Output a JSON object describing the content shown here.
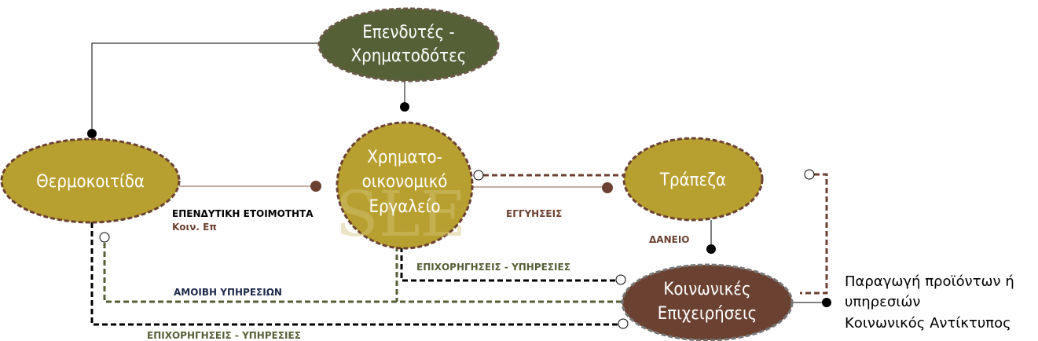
{
  "colors": {
    "olive_gold": "#b8a030",
    "dark_olive": "#566037",
    "brown": "#6b4232",
    "navy": "#1f2a4a",
    "green_text": "#566037"
  },
  "nodes": {
    "investors": {
      "line1": "Επενδυτές -",
      "line2": "Χρηματοδότες"
    },
    "incubator": {
      "label": "Θερμοκοιτίδα"
    },
    "financial_tool": {
      "line1": "Χρηματο-",
      "line2": "οικονομικό",
      "line3": "Εργαλείο",
      "watermark": "SLE"
    },
    "bank": {
      "label": "Τράπεζα"
    },
    "social_enterprises": {
      "line1": "Κοινωνικές",
      "line2": "Επιχειρήσεις"
    }
  },
  "edges": {
    "investment_readiness": "ΕΠΕΝΔΥΤΙΚΗ ΕΤΟΙΜΟΤΗΤΑ",
    "investment_readiness_sub": "Κοιν. Επ",
    "guarantees": "ΕΓΓΥΗΣΕΙΣ",
    "loan": "ΔΑΝΕΙΟ",
    "grants_services_top": "ΕΠΙΧΟΡΗΓΗΣΕΙΣ - ΥΠΗΡΕΣΙΕΣ",
    "service_fee": "ΑΜΟΙΒΗ ΥΠΗΡΕΣΙΩΝ",
    "grants_services_bottom": "ΕΠΙΧΟΡΗΓΗΣΕΙΣ - ΥΠΗΡΕΣΙΕΣ"
  },
  "output": {
    "line1": "Παραγωγή προϊόντων ή",
    "line2": "υπηρεσιών",
    "line3": "Κοινωνικός Αντίκτυπος"
  }
}
